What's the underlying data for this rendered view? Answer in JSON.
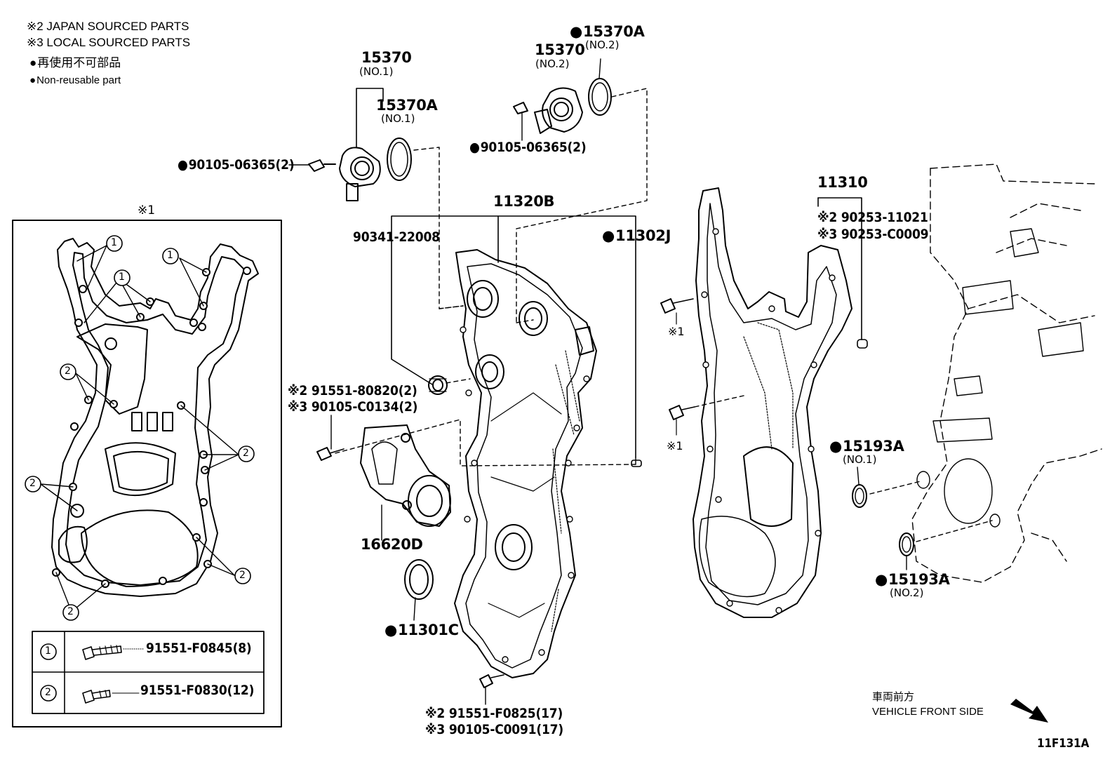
{
  "legend": {
    "japan": "※2 JAPAN SOURCED PARTS",
    "local": "※3 LOCAL SOURCED PARTS",
    "nonreusable_jp": "再使用不可部品",
    "nonreusable_en": "Non-reusable part"
  },
  "inset": {
    "title": "※1",
    "callout_1": "1",
    "callout_2": "2",
    "table": [
      {
        "ref": "1",
        "part": "91551-F0845(8)"
      },
      {
        "ref": "2",
        "part": "91551-F0830(12)"
      }
    ]
  },
  "parts": {
    "p15370_no1": "15370",
    "p15370_no1_sub": "(NO.1)",
    "p15370a_no1": "15370A",
    "p15370a_no1_sub": "(NO.1)",
    "bolt_left": "90105-06365(2)",
    "p15370a_no2": "15370A",
    "p15370a_no2_sub": "(NO.2)",
    "p15370_no2": "15370",
    "p15370_no2_sub": "(NO.2)",
    "bolt_top": "90105-06365(2)",
    "cover": "11320B",
    "plug": "90341-22008",
    "pin": "11302J",
    "tensioner_bolt_jp": "※2 91551-80820(2)",
    "tensioner_bolt_local": "※3 90105-C0134(2)",
    "tensioner": "16620D",
    "seal": "11301C",
    "cover_bolt_jp": "※2 91551-F0825(17)",
    "cover_bolt_local": "※3 90105-C0091(17)",
    "case": "11310",
    "case_pin_jp": "※2 90253-11021",
    "case_pin_local": "※3 90253-C0009",
    "x1_a": "※1",
    "x1_b": "※1",
    "oring_no1": "15193A",
    "oring_no1_sub": "(NO.1)",
    "oring_no2": "15193A",
    "oring_no2_sub": "(NO.2)"
  },
  "direction": {
    "jp": "車両前方",
    "en": "VEHICLE FRONT SIDE"
  },
  "figure_id": "11F131A"
}
